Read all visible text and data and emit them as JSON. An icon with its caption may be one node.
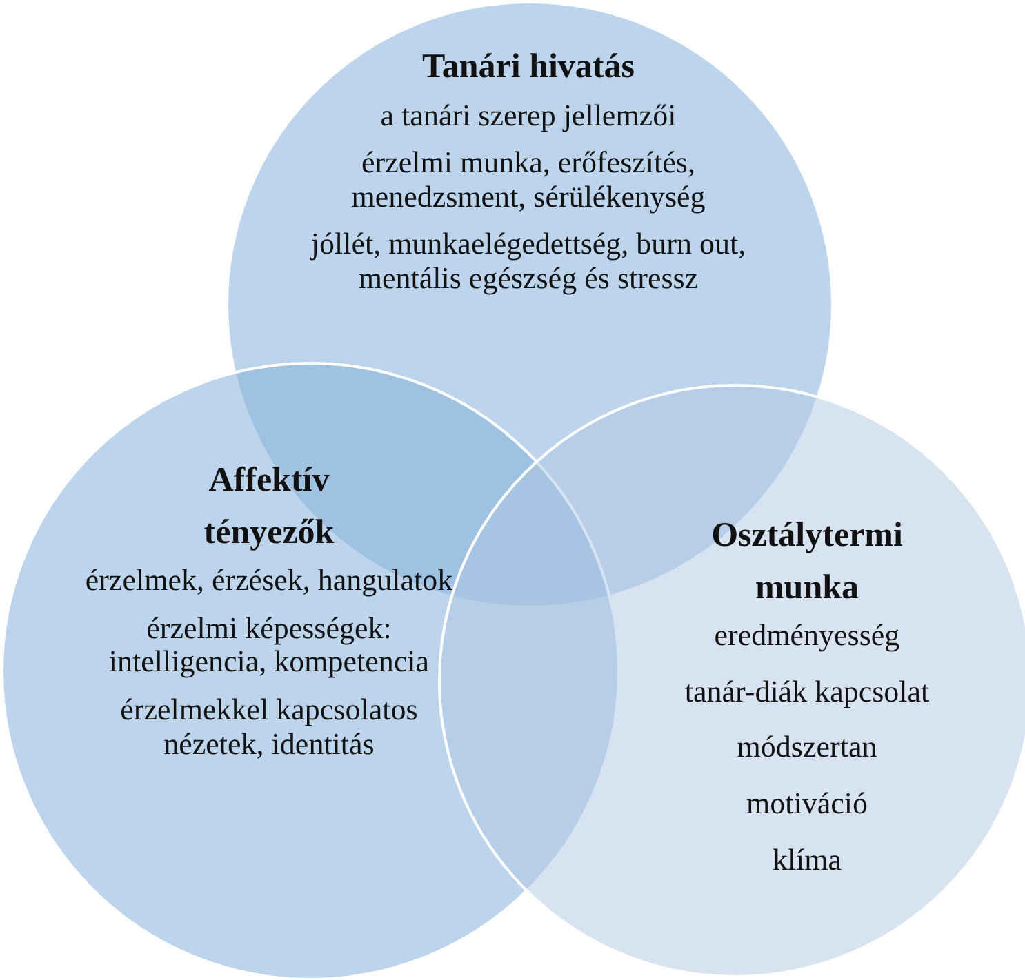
{
  "diagram": {
    "nodes": [
      {
        "text": [
          "Tanári hivatás",
          "a tanári szerep jellemzői",
          "érzelmi munka, erőfeszítés, menedzsment, sérülékenység",
          "jóllét, munkaelégedettség, burn out, mentális egészség és stressz"
        ]
      },
      {
        "text": [
          "Affektív tényezők",
          "érzelmek, érzések, hangulatok",
          "érzelmi képességek: intelligencia, kompetencia",
          "érzelmekkel kapcsolatos nézetek, identitás"
        ]
      },
      {
        "text": [
          "Osztálytermi munka",
          "eredményesség",
          "tanár-diák kapcsolat",
          "módszertan",
          "motiváció",
          "klíma"
        ]
      }
    ]
  }
}
